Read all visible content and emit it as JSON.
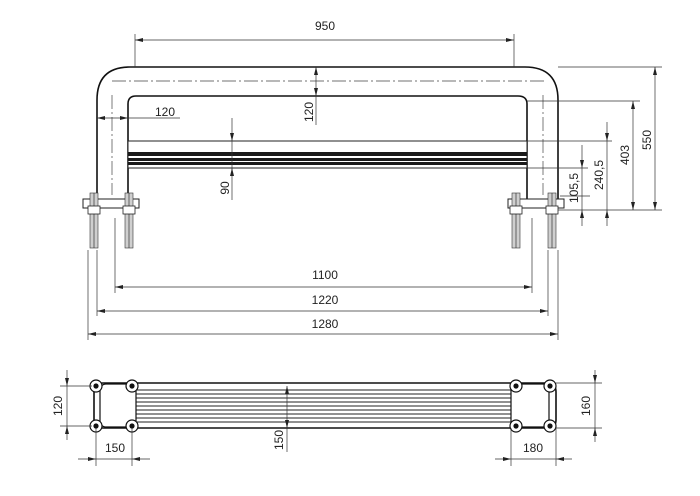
{
  "front_view": {
    "dim_inner_top_width": "950",
    "dim_tube_width": "120",
    "dim_side_tube": "120",
    "dim_bar_offset": "90",
    "dim_inner_width": "1100",
    "dim_mid_width": "1220",
    "dim_overall_width": "1280",
    "dim_h_1055": "105,5",
    "dim_h_2405": "240,5",
    "dim_h_403": "403",
    "dim_h_550": "550"
  },
  "top_view": {
    "dim_left_depth": "120",
    "dim_right_depth": "160",
    "dim_left_span": "150",
    "dim_center": "150",
    "dim_right_span": "180"
  }
}
